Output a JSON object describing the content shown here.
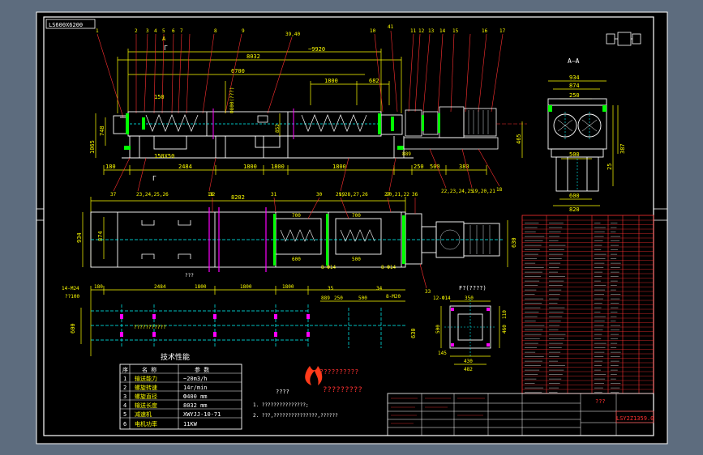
{
  "colors": {
    "canvas": "#5d6c7e",
    "paper": "#000000",
    "frame": "#ffffff",
    "outline": "#ffffff",
    "dimension": "#ffff00",
    "leader": "#ff3030",
    "hidden": "#00ffff",
    "flange": "#00ff00",
    "accent": "#ff00ff",
    "table_lines": "#ff3030",
    "motor": "#cfd6dd"
  },
  "drawing_code_stamp": "LS600X6200",
  "title_block": {
    "drawing_number": "LSY2Z1359.0",
    "drawing_name": "???"
  },
  "section_aa": {
    "letter": "A",
    "label": "A—A"
  },
  "section_marks": {
    "a_top": "A",
    "gamma_top": "Г",
    "a_bottom": "A",
    "gamma_bottom": "Г"
  },
  "plan_caption": "???",
  "f_view_label": "F?(????)",
  "foundation_note": "???????????",
  "part_callouts": {
    "top": [
      "1",
      "2",
      "3",
      "4",
      "5",
      "6",
      "7",
      "8",
      "9",
      "39,40",
      "10",
      "41",
      "11",
      "12",
      "13",
      "14",
      "15",
      "16",
      "17"
    ],
    "bottom": [
      "37",
      "23,24,25,26",
      "18",
      "19",
      "20,21,22",
      "22,23,24,25",
      "19,20,21",
      "18"
    ],
    "plan": [
      "32",
      "31",
      "30",
      "29,28,27,26",
      "27",
      "36",
      "35",
      "34",
      "33"
    ]
  },
  "dimensions": {
    "overall_span": "~9920",
    "span_8032": "8032",
    "span_6700": "6700",
    "span_1800a": "1800",
    "span_682": "682",
    "width_150": "150",
    "height_800": "Ф800(???)",
    "height_852": "852",
    "height_748": "748",
    "height_1065": "1065",
    "height_465": "465",
    "foot_180": "180",
    "bay_2484": "2484",
    "bay_1800": "1800",
    "base_250": "250",
    "base_500": "500",
    "base_380": "380",
    "motor_889": "889",
    "feet_150x50": "150X50",
    "plan_8202": "8202",
    "plan_934": "934",
    "plan_874": "874",
    "plan_630": "630",
    "plan_700": "700",
    "plan_600": "600",
    "plan_500": "500",
    "plan_8phi14": "8-Ф14",
    "plan_2phi14": "12-Ф14",
    "found_14m24": "14-M24",
    "found_100": "??100",
    "found_180": "180",
    "found_2484": "2484",
    "found_1800": "1800",
    "found_889": "889",
    "found_250": "250",
    "found_500": "500",
    "found_8m20": "8-M20",
    "found_600": "600",
    "found_630": "630",
    "fv_350": "350",
    "fv_110": "110",
    "fv_12phi14": "12-Ф14",
    "fv_500": "500",
    "fv_460": "460",
    "fv_145": "145",
    "fv_430": "430",
    "fv_482": "482",
    "aa_934": "934",
    "aa_874": "874",
    "aa_250": "250",
    "aa_500": "500",
    "aa_600": "600",
    "aa_820": "820",
    "aa_387": "387",
    "aa_25": "25"
  },
  "tech_table": {
    "title": "技术性能",
    "headers": [
      "序",
      "名 称",
      "参 数"
    ],
    "rows": [
      {
        "no": "1",
        "name": "输送能力",
        "value": "~20m3/h"
      },
      {
        "no": "2",
        "name": "螺旋转速",
        "value": "14r/min"
      },
      {
        "no": "3",
        "name": "螺旋直径",
        "value": "Ф400 mm"
      },
      {
        "no": "4",
        "name": "输送长度",
        "value": "8032 mm"
      },
      {
        "no": "5",
        "name": "减速机",
        "value": "XWYJJ-10-71"
      },
      {
        "no": "6",
        "name": "电机功率",
        "value": "11KW"
      }
    ]
  },
  "company_banner": "??????????",
  "company_stamp": "?????????",
  "notes": {
    "title": "????",
    "items": [
      "1. ???????????????;",
      "2. ???,???????????????,??????"
    ]
  }
}
